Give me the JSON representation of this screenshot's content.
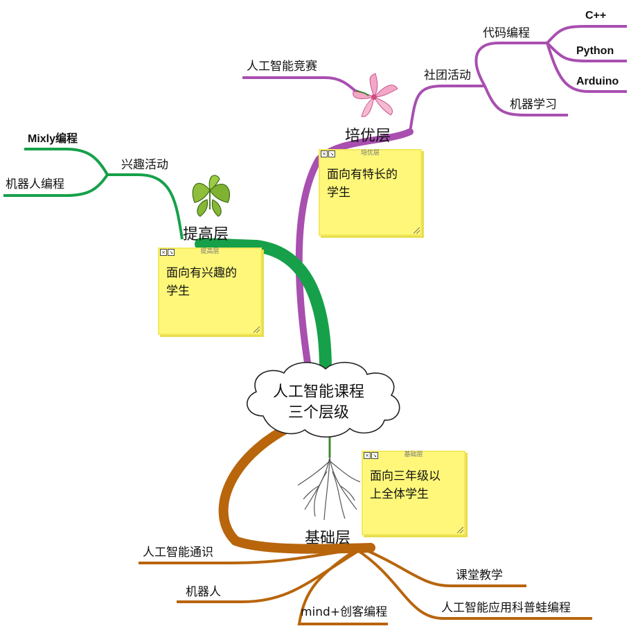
{
  "center": {
    "line1": "人工智能课程",
    "line2": "三个层级"
  },
  "layers": {
    "advanced": "培优层",
    "improve": "提高层",
    "base": "基础层"
  },
  "notes": {
    "advanced": {
      "title": "培优层",
      "line1": "面向有特长的",
      "line2": "学生"
    },
    "improve": {
      "title": "提高层",
      "line1": "面向有兴趣的",
      "line2": "学生"
    },
    "base": {
      "title": "基础层",
      "line1": "面向三年级以",
      "line2": "上全体学生"
    }
  },
  "advanced_branches": {
    "contest": "人工智能竞赛",
    "club": "社团活动",
    "coding": "代码编程",
    "cpp": "C++",
    "python": "Python",
    "arduino": "Arduino",
    "ml": "机器学习"
  },
  "improve_branches": {
    "interest": "兴趣活动",
    "mixly": "Mixly编程",
    "robot_coding": "机器人编程"
  },
  "base_branches": {
    "ai_general": "人工智能通识",
    "robot": "机器人",
    "mind": "mind+创客编程",
    "classroom": "课堂教学",
    "frog": "人工智能应用科普蛙编程"
  },
  "colors": {
    "advanced": "#a84fb0",
    "improve": "#17a04a",
    "base": "#b8650c",
    "note": "#fef77a"
  }
}
